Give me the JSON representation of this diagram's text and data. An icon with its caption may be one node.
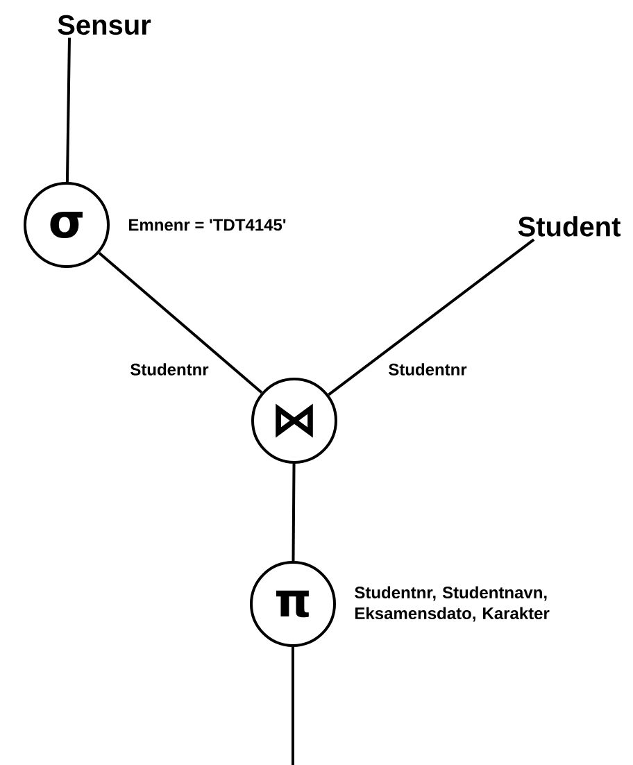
{
  "diagram": {
    "nodes": [
      {
        "text": [
          "Sensur"
        ]
      },
      {
        "text": [
          "σ"
        ],
        "beside": [
          "Emnenr = 'TDT4145'"
        ]
      },
      {
        "text": [
          "Student"
        ]
      },
      {
        "text": [
          "⋈"
        ]
      },
      {
        "text": [
          "π"
        ],
        "beside": [
          "Studentnr, Studentnavn, Eksamensdato, Karakter"
        ]
      }
    ],
    "edges": [
      {
        "from": 0,
        "to": 1,
        "arrow": "none"
      },
      {
        "from": 1,
        "to": 3,
        "arrow": "none",
        "label": "Studentnr"
      },
      {
        "from": 2,
        "to": 3,
        "arrow": "none",
        "label": "Studentnr"
      },
      {
        "from": 3,
        "to": 4,
        "arrow": "none"
      },
      {
        "from": 4,
        "to": null,
        "arrow": "none"
      }
    ]
  }
}
